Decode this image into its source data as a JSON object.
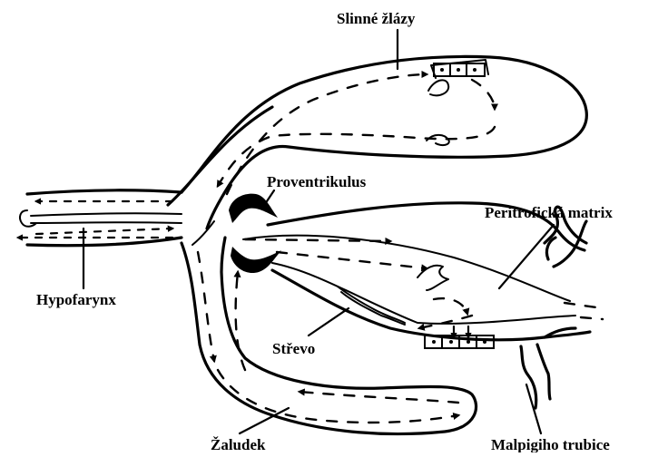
{
  "diagram": {
    "labels": {
      "salivary_glands": "Slinné žlázy",
      "proventriculus": "Proventrikulus",
      "peritrophic_matrix": "Peritrofická matrix",
      "hypopharynx": "Hypofarynx",
      "intestine": "Střevo",
      "crop": "Žaludek",
      "malpighian_tubules": "Malpigiho trubice"
    },
    "colors": {
      "ink": "#000000",
      "background": "#ffffff"
    }
  }
}
